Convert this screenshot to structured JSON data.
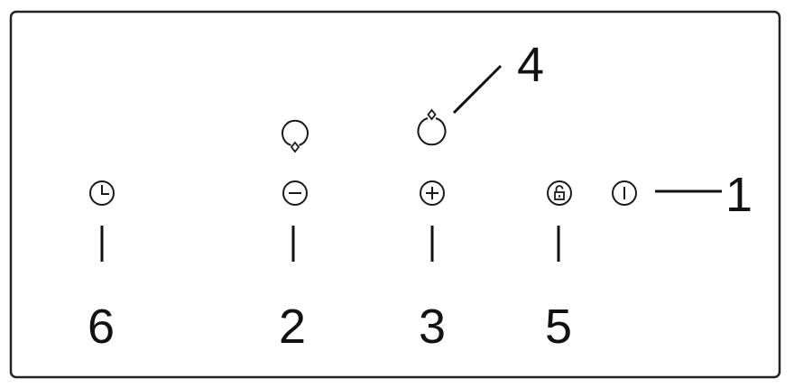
{
  "panel": {
    "callouts": [
      {
        "id": "timer",
        "icon": "clock-icon",
        "number": "6"
      },
      {
        "id": "minus",
        "icon": "minus-icon",
        "number": "2"
      },
      {
        "id": "plus",
        "icon": "plus-icon",
        "number": "3"
      },
      {
        "id": "lock",
        "icon": "lock-icon",
        "number": "5"
      },
      {
        "id": "power",
        "icon": "power-icon",
        "number": "1"
      },
      {
        "id": "ring-indicator",
        "icon": "ring-indicator-icon",
        "number": "4"
      }
    ]
  }
}
